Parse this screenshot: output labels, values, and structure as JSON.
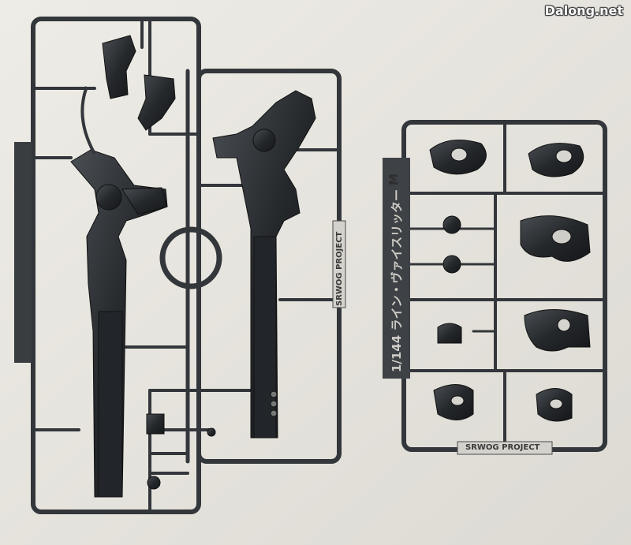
{
  "watermark": "Dalong.net",
  "sprue_left": {
    "brand": "SRWOG PROJECT"
  },
  "sprue_right": {
    "brand": "SRWOG PROJECT",
    "letter": "M",
    "product_name": "1/144 ライン・ヴァイスリッター"
  },
  "colors": {
    "background": "#e9e7e1",
    "plastic": "#2b2e30",
    "runner": "#3a3d40"
  }
}
